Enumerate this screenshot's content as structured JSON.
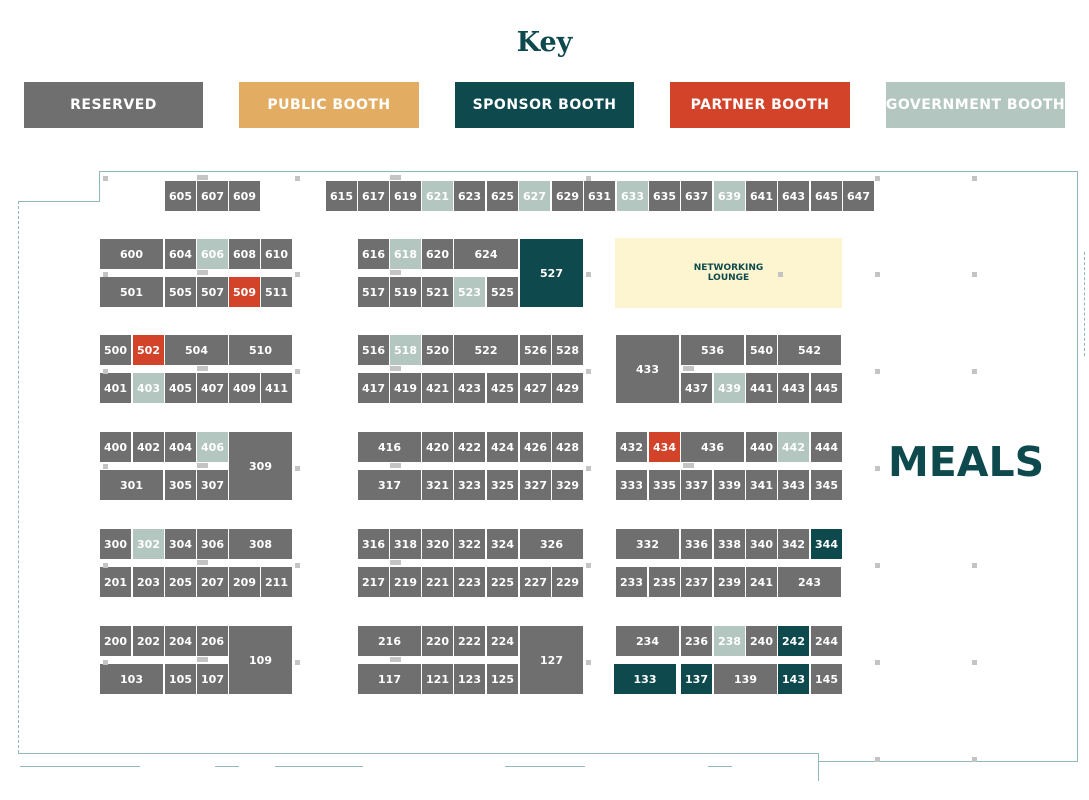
{
  "legend": {
    "title": "Key",
    "items": [
      {
        "label": "RESERVED",
        "color": "#6f6f6f",
        "kind": "reserved"
      },
      {
        "label": "PUBLIC BOOTH",
        "color": "#e2ad63",
        "kind": "public"
      },
      {
        "label": "SPONSOR BOOTH",
        "color": "#0e4a4d",
        "kind": "sponsor"
      },
      {
        "label": "PARTNER BOOTH",
        "color": "#d2432a",
        "kind": "partner"
      },
      {
        "label": "GOVERNMENT BOOTH",
        "color": "#b3c6c0",
        "kind": "government"
      }
    ]
  },
  "areas": {
    "lounge": "NETWORKING LOUNGE",
    "meals": "MEALS"
  },
  "booths": {
    "605": "reserved",
    "607": "reserved",
    "609": "reserved",
    "615": "reserved",
    "617": "reserved",
    "619": "reserved",
    "621": "government",
    "623": "reserved",
    "625": "reserved",
    "627": "government",
    "629": "reserved",
    "631": "reserved",
    "633": "government",
    "635": "reserved",
    "637": "reserved",
    "639": "government",
    "641": "reserved",
    "643": "reserved",
    "645": "reserved",
    "647": "reserved",
    "600": "reserved",
    "604": "reserved",
    "606": "government",
    "608": "reserved",
    "610": "reserved",
    "501": "reserved",
    "505": "reserved",
    "507": "reserved",
    "509": "partner",
    "511": "reserved",
    "616": "reserved",
    "618": "government",
    "620": "reserved",
    "624": "reserved",
    "517": "reserved",
    "519": "reserved",
    "521": "reserved",
    "523": "government",
    "525": "reserved",
    "527": "sponsor",
    "500": "reserved",
    "502": "partner",
    "504": "reserved",
    "510": "reserved",
    "401": "reserved",
    "403": "government",
    "405": "reserved",
    "407": "reserved",
    "409": "reserved",
    "411": "reserved",
    "516": "reserved",
    "518": "government",
    "520": "reserved",
    "522": "reserved",
    "526": "reserved",
    "528": "reserved",
    "417": "reserved",
    "419": "reserved",
    "421": "reserved",
    "423": "reserved",
    "425": "reserved",
    "427": "reserved",
    "429": "reserved",
    "433": "reserved",
    "536": "reserved",
    "540": "reserved",
    "542": "reserved",
    "437": "reserved",
    "439": "government",
    "441": "reserved",
    "443": "reserved",
    "445": "reserved",
    "400": "reserved",
    "402": "reserved",
    "404": "reserved",
    "406": "government",
    "309": "reserved",
    "301": "reserved",
    "305": "reserved",
    "307": "reserved",
    "416": "reserved",
    "420": "reserved",
    "422": "reserved",
    "424": "reserved",
    "426": "reserved",
    "428": "reserved",
    "317": "reserved",
    "321": "reserved",
    "323": "reserved",
    "325": "reserved",
    "327": "reserved",
    "329": "reserved",
    "432": "reserved",
    "434": "partner",
    "436": "reserved",
    "440": "reserved",
    "442": "government",
    "444": "reserved",
    "333": "reserved",
    "335": "reserved",
    "337": "reserved",
    "339": "reserved",
    "341": "reserved",
    "343": "reserved",
    "345": "reserved",
    "300": "reserved",
    "302": "government",
    "304": "reserved",
    "306": "reserved",
    "308": "reserved",
    "201": "reserved",
    "203": "reserved",
    "205": "reserved",
    "207": "reserved",
    "209": "reserved",
    "211": "reserved",
    "316": "reserved",
    "318": "reserved",
    "320": "reserved",
    "322": "reserved",
    "324": "reserved",
    "326": "reserved",
    "217": "reserved",
    "219": "reserved",
    "221": "reserved",
    "223": "reserved",
    "225": "reserved",
    "227": "reserved",
    "229": "reserved",
    "332": "reserved",
    "336": "reserved",
    "338": "reserved",
    "340": "reserved",
    "342": "reserved",
    "344": "sponsor",
    "233": "reserved",
    "235": "reserved",
    "237": "reserved",
    "239": "reserved",
    "241": "reserved",
    "243": "reserved",
    "200": "reserved",
    "202": "reserved",
    "204": "reserved",
    "206": "reserved",
    "109": "reserved",
    "103": "reserved",
    "105": "reserved",
    "107": "reserved",
    "216": "reserved",
    "220": "reserved",
    "222": "reserved",
    "224": "reserved",
    "127": "reserved",
    "117": "reserved",
    "121": "reserved",
    "123": "reserved",
    "125": "reserved",
    "234": "reserved",
    "236": "reserved",
    "238": "government",
    "240": "reserved",
    "242": "sponsor",
    "244": "reserved",
    "133": "sponsor",
    "137": "sponsor",
    "139": "reserved",
    "143": "sponsor",
    "145": "reserved"
  }
}
